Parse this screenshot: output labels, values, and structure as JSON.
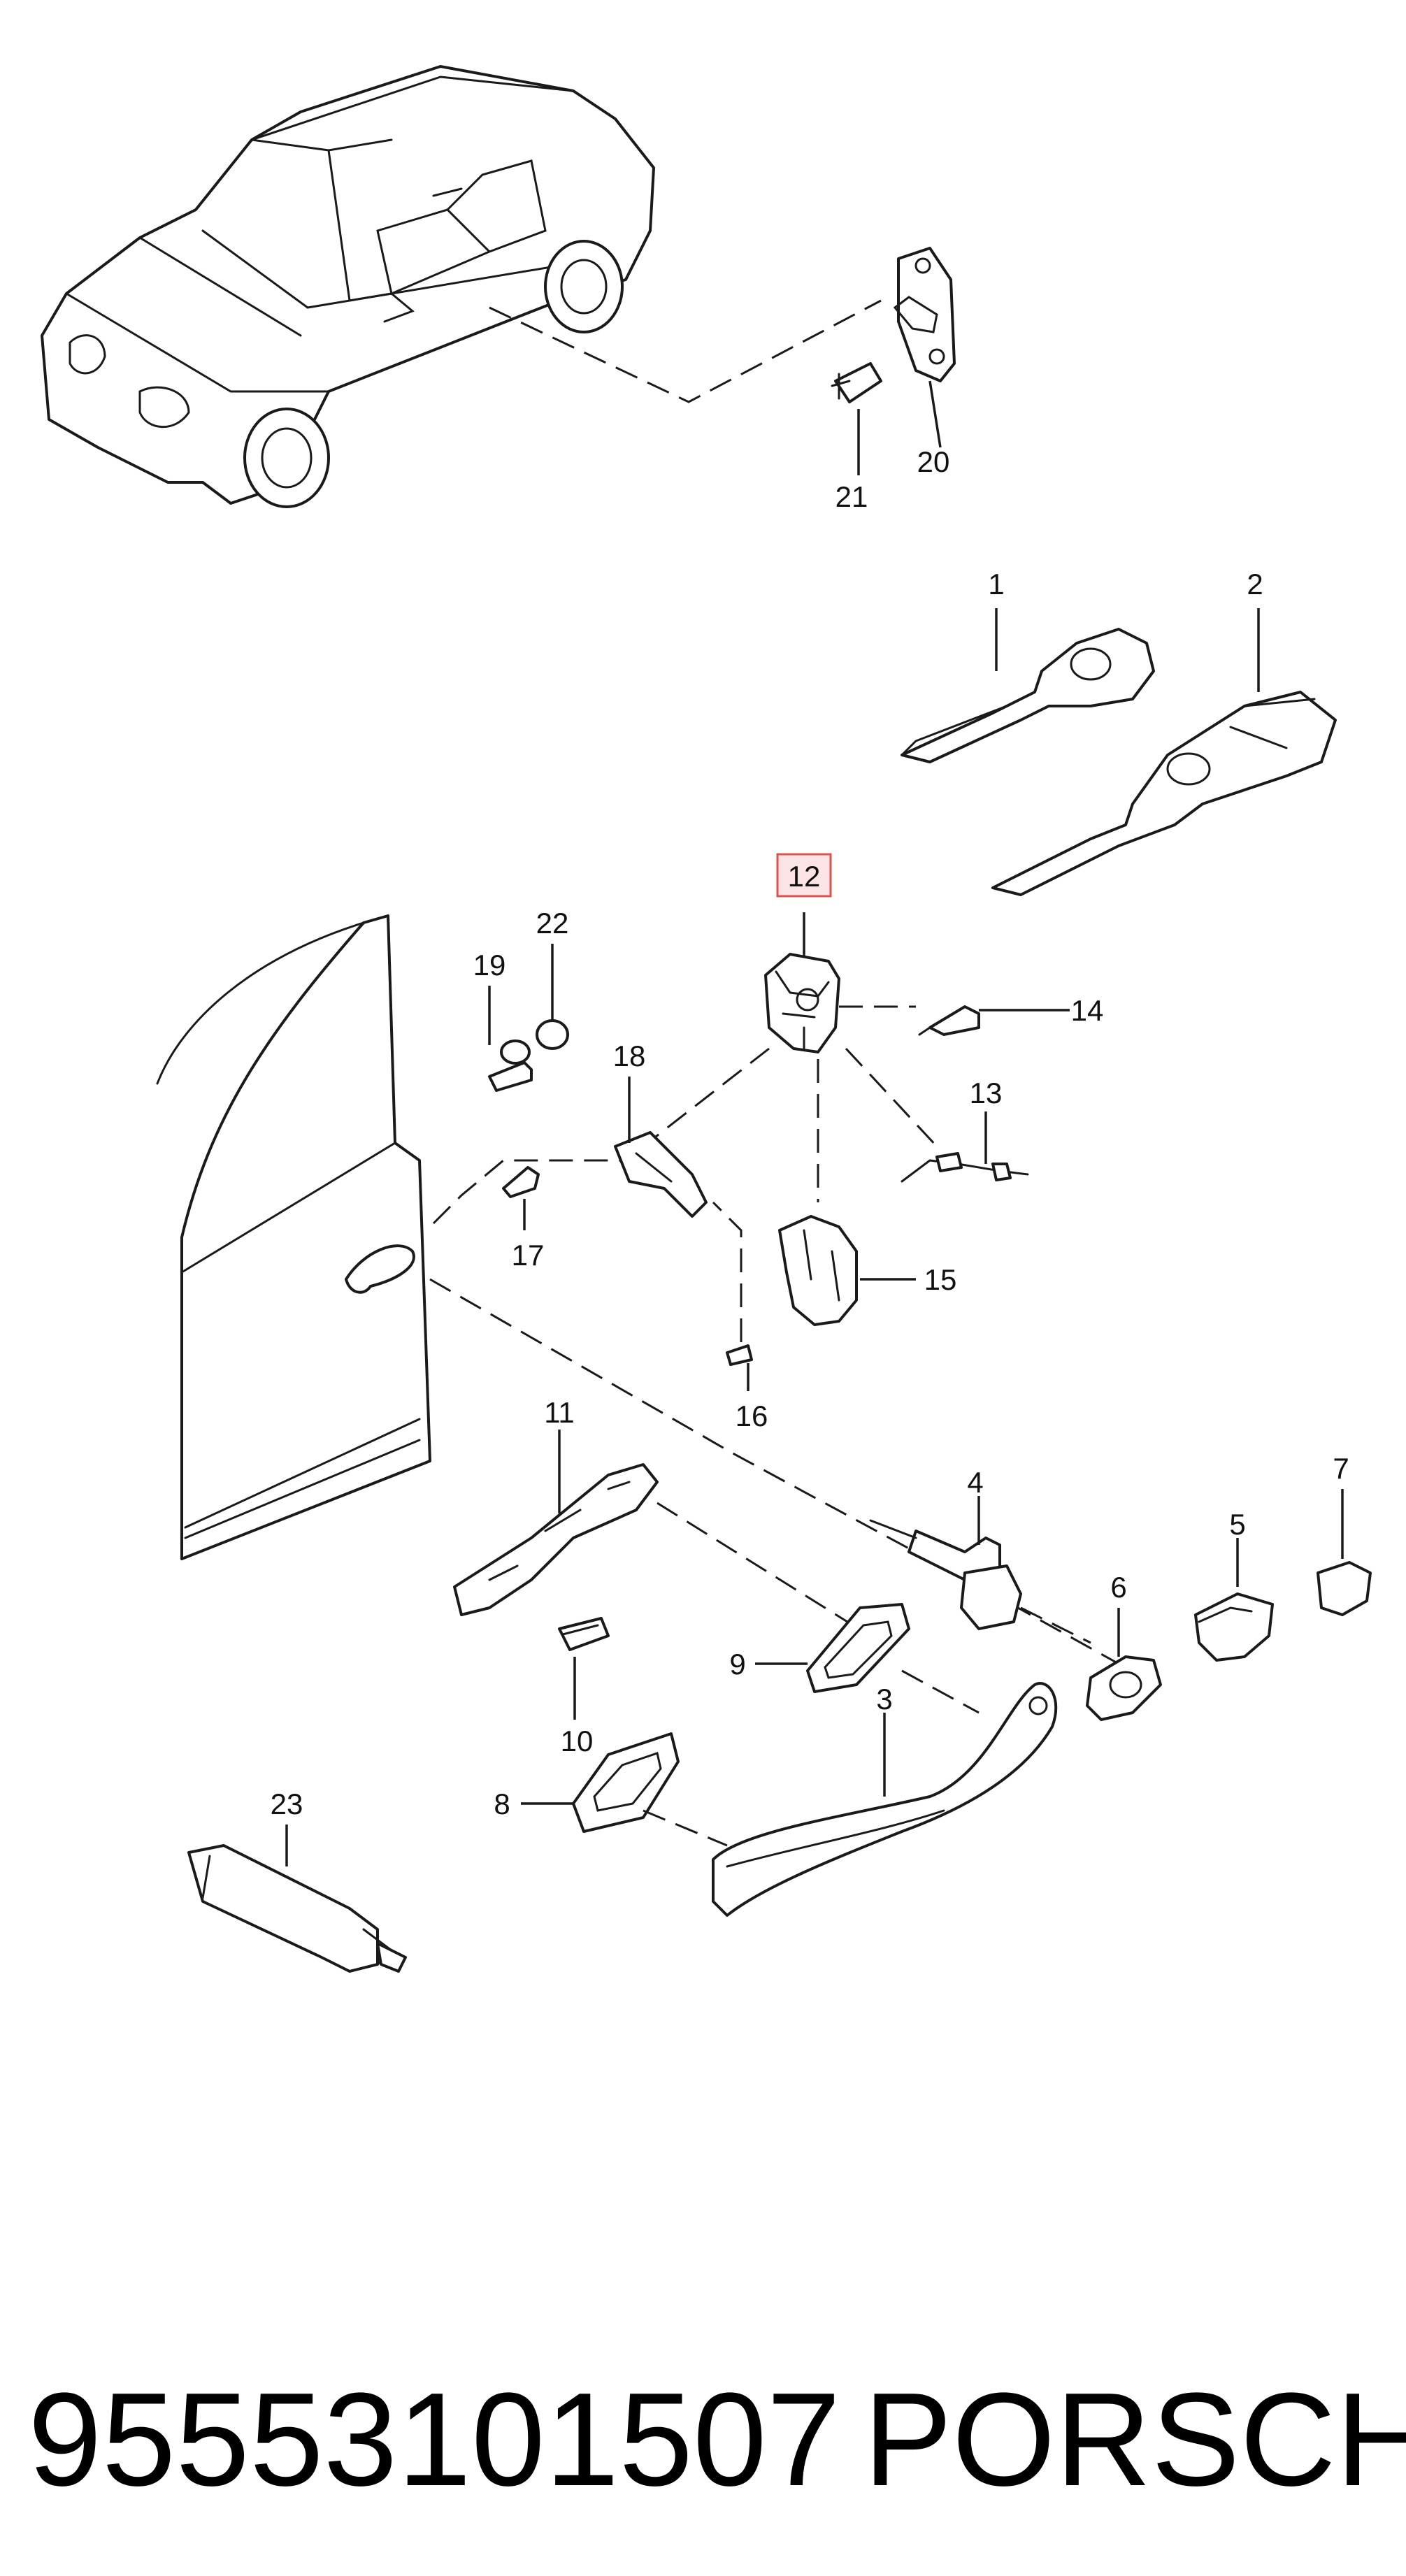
{
  "callouts": [
    "1",
    "2",
    "3",
    "4",
    "5",
    "6",
    "7",
    "8",
    "9",
    "10",
    "11",
    "12",
    "13",
    "14",
    "15",
    "16",
    "17",
    "18",
    "19",
    "20",
    "21",
    "22",
    "23"
  ],
  "highlighted_callout": "12",
  "highlight_color": "#d9534f",
  "footer": {
    "part_number": "95553101507",
    "brand": "PORSCHE"
  }
}
